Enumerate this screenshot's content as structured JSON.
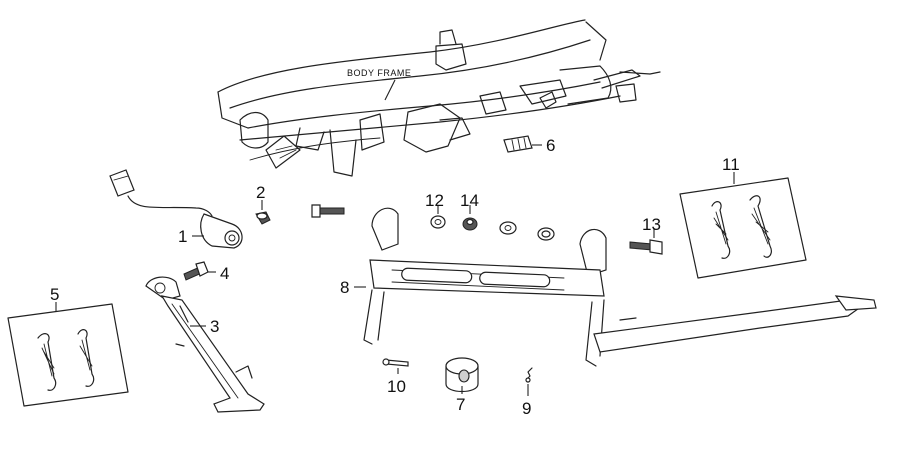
{
  "diagram": {
    "frame_label": "BODY FRAME",
    "callouts": {
      "p1": "1",
      "p2": "2",
      "p3": "3",
      "p4": "4",
      "p5": "5",
      "p6": "6",
      "p7": "7",
      "p8": "8",
      "p9": "9",
      "p10": "10",
      "p11": "11",
      "p12": "12",
      "p13": "13",
      "p14": "14"
    }
  }
}
